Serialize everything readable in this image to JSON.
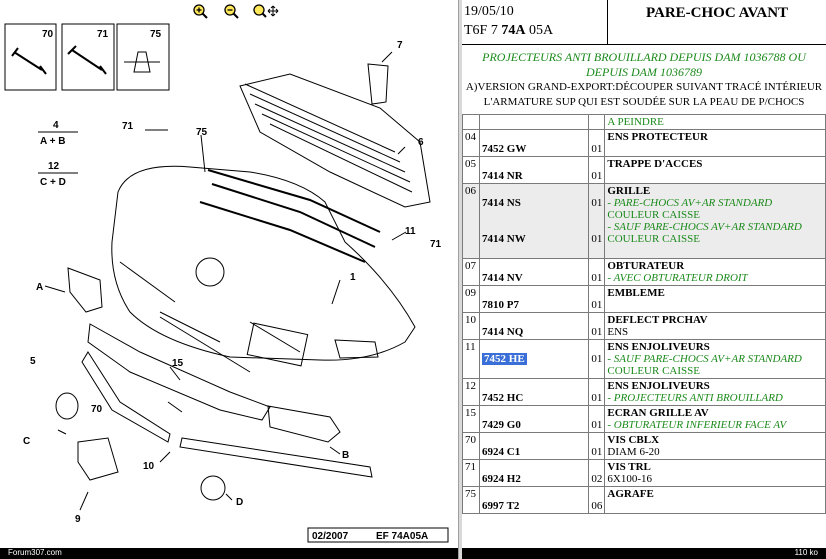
{
  "zoom": {
    "in_icon": "zoom-in-icon",
    "out_icon": "zoom-out-icon",
    "pan_icon": "zoom-pan-icon"
  },
  "diagram": {
    "screw_labels": [
      "70",
      "71",
      "75"
    ],
    "fractions": [
      {
        "num": "4",
        "den": "A + B"
      },
      {
        "num": "12",
        "den": "C + D"
      }
    ],
    "callouts": [
      "7",
      "71",
      "75",
      "6",
      "11",
      "71",
      "1",
      "A",
      "5",
      "15",
      "70",
      "C",
      "B",
      "9",
      "10",
      "D"
    ],
    "stamp_date": "02/2007",
    "stamp_ref": "EF 74A05A"
  },
  "footer_left": "Forum307.com",
  "header": {
    "date": "19/05/10",
    "ref_prefix": "T6F 7 ",
    "ref_bold": "74A",
    "ref_suffix": " 05A",
    "title": "PARE-CHOC AVANT"
  },
  "intro": {
    "line1": "PROJECTEURS ANTI BROUILLARD DEPUIS DAM 1036788 OU",
    "line2": "DEPUIS DAM 1036789",
    "line3": "A)VERSION GRAND-EXPORT:DÉCOUPER SUIVANT TRACÉ INTÉRIEUR",
    "line4": "L'ARMATURE SUP QUI EST SOUDÉE SUR LA PEAU DE P/CHOCS"
  },
  "rows": [
    {
      "num": "",
      "ref": "",
      "qty": "",
      "desc": "",
      "notes": [
        "A PEINDRE"
      ]
    },
    {
      "num": "04",
      "ref": "7452 GW",
      "qty": "01",
      "desc": "ENS PROTECTEUR",
      "notes": []
    },
    {
      "num": "05",
      "ref": "7414 NR",
      "qty": "01",
      "desc": "TRAPPE D'ACCES",
      "notes": []
    },
    {
      "num": "06",
      "ref": "7414 NS",
      "qty": "01",
      "desc": "GRILLE",
      "notes": [
        "- PARE-CHOCS AV+AR STANDARD",
        "COULEUR CAISSE"
      ]
    },
    {
      "num": "",
      "ref": "7414 NW",
      "qty": "01",
      "desc": "",
      "notes": [
        "- SAUF PARE-CHOCS AV+AR STANDARD",
        "COULEUR CAISSE"
      ]
    },
    {
      "num": "07",
      "ref": "7414 NV",
      "qty": "01",
      "desc": "OBTURATEUR",
      "notes": [
        "- AVEC OBTURATEUR DROIT"
      ]
    },
    {
      "num": "09",
      "ref": "7810 P7",
      "qty": "01",
      "desc": "EMBLEME",
      "notes": []
    },
    {
      "num": "10",
      "ref": "7414 NQ",
      "qty": "01",
      "desc": "DEFLECT PRCHAV",
      "plain": "ENS",
      "notes": []
    },
    {
      "num": "11",
      "ref": "7452 HE",
      "qty": "01",
      "desc": "ENS ENJOLIVEURS",
      "notes": [
        "- SAUF PARE-CHOCS AV+AR STANDARD",
        "COULEUR CAISSE"
      ]
    },
    {
      "num": "12",
      "ref": "7452 HC",
      "qty": "01",
      "desc": "ENS ENJOLIVEURS",
      "notes": [
        "- PROJECTEURS ANTI BROUILLARD"
      ]
    },
    {
      "num": "15",
      "ref": "7429 G0",
      "qty": "01",
      "desc": "ECRAN GRILLE AV",
      "notes": [
        "- OBTURATEUR INFERIEUR FACE AV"
      ]
    },
    {
      "num": "70",
      "ref": "6924 C1",
      "qty": "01",
      "desc": "VIS CBLX",
      "plain": "DIAM 6-20",
      "notes": []
    },
    {
      "num": "71",
      "ref": "6924 H2",
      "qty": "02",
      "desc": "VIS TRL",
      "plain": "6X100-16",
      "notes": []
    },
    {
      "num": "75",
      "ref": "6997 T2",
      "qty": "06",
      "desc": "AGRAFE",
      "notes": []
    }
  ],
  "footer_right": "110 ko"
}
